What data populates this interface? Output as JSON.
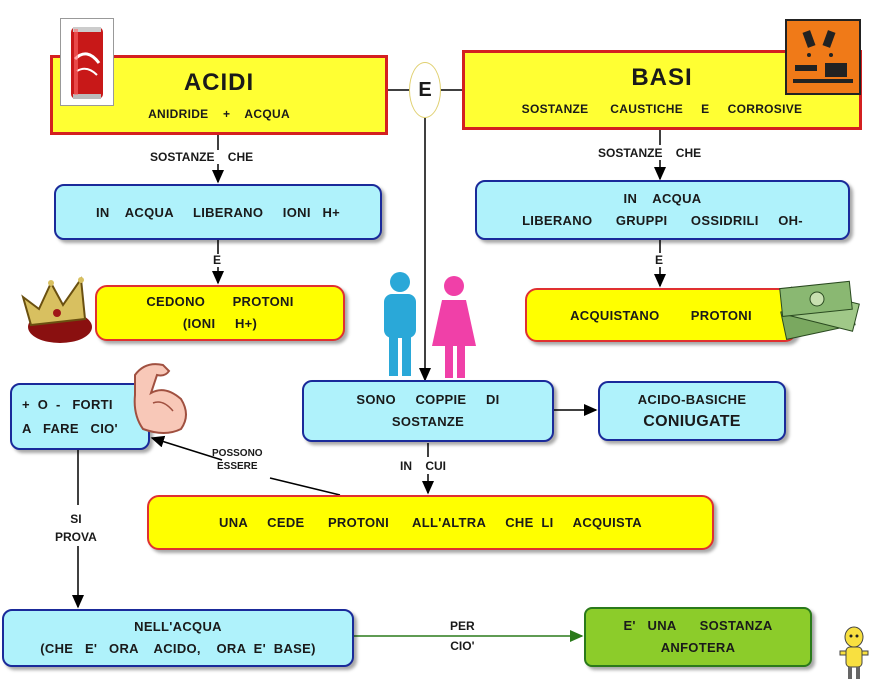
{
  "acidi": {
    "title": "ACIDI",
    "subtitle": "ANIDRIDE    +    ACQUA"
  },
  "connector_e": "E",
  "basi": {
    "title": "BASI",
    "subtitle": "SOSTANZE      CAUSTICHE     E     CORROSIVE"
  },
  "labels": {
    "acidi_sostanze_che": "SOSTANZE    CHE",
    "basi_sostanze_che": "SOSTANZE    CHE",
    "acidi_e": "E",
    "basi_e": "E",
    "possono_essere": "POSSONO\nESSERE",
    "in_cui": "IN    CUI",
    "si_prova": "SI\nPROVA",
    "per_cio": "PER\nCIO'"
  },
  "boxes": {
    "acidi_in_acqua": "IN    ACQUA     LIBERANO     IONI   H+",
    "basi_in_acqua": "IN    ACQUA\nLIBERANO      GRUPPI      OSSIDRILI     OH-",
    "cedono": "CEDONO       PROTONI\n(IONI     H+)",
    "acquistano": "ACQUISTANO        PROTONI",
    "forti": "+  O  -   FORTI\nA   FARE   CIO'",
    "coppie": "SONO     COPPIE     DI\nSOSTANZE",
    "coniugate_line1": "ACIDO-BASICHE",
    "coniugate_line2": "CONIUGATE",
    "una_cede": "UNA     CEDE      PROTONI      ALL'ALTRA     CHE  LI     ACQUISTA",
    "nell_acqua": "NELL'ACQUA\n(CHE   E'   ORA    ACIDO,    ORA  E'  BASE)",
    "anfotera": "E'   UNA      SOSTANZA\nANFOTERA"
  },
  "icons": [
    "soda-can-icon",
    "corrosive-hazard-icon",
    "crown-icon",
    "money-stack-icon",
    "man-woman-icon",
    "flexed-arm-icon",
    "cartoon-character-icon"
  ],
  "colors": {
    "yellow": "#ffff33",
    "cyan": "#aff2fb",
    "green": "#8ccc2a",
    "red_border": "#d42020",
    "blue_border": "#1a2a9a",
    "arrow": "#000000",
    "green_arrow": "#2a7a1a"
  }
}
